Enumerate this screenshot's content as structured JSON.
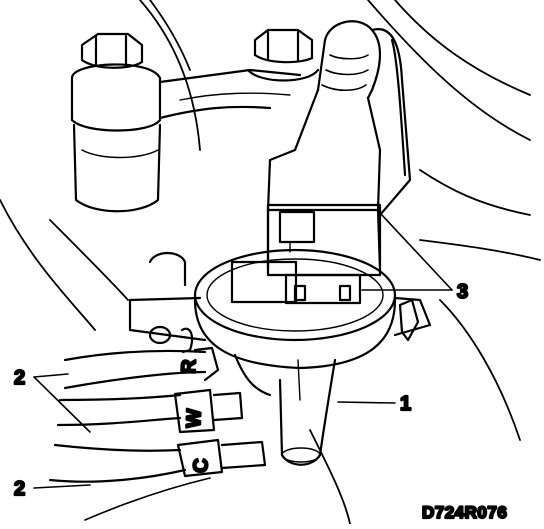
{
  "figure": {
    "drawing_code": "D724R076",
    "callouts": [
      {
        "id": "1",
        "label": "1"
      },
      {
        "id": "2a",
        "label": "2"
      },
      {
        "id": "2b",
        "label": "2"
      },
      {
        "id": "3",
        "label": "3"
      }
    ],
    "terminal_letters": {
      "r": "R",
      "w": "W",
      "c": "C"
    },
    "colors": {
      "ink": "#000000",
      "paper": "#ffffff"
    }
  }
}
